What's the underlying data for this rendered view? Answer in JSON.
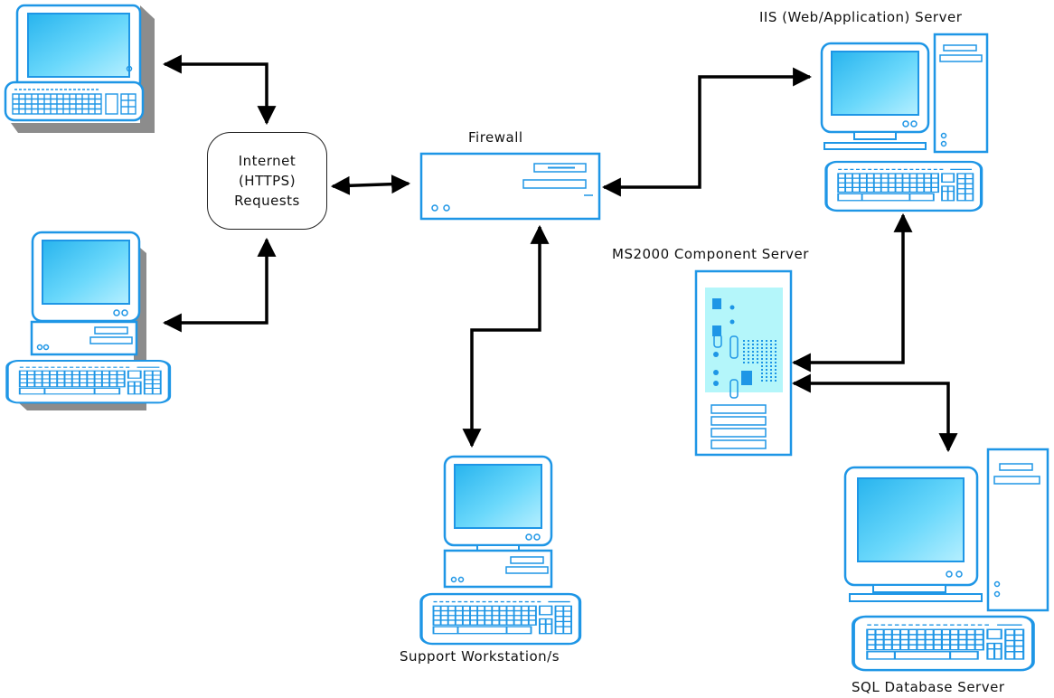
{
  "nodes": {
    "internet": {
      "line1": "Internet",
      "line2": "(HTTPS)",
      "line3": "Requests"
    },
    "firewall": "Firewall",
    "iis_server": "IIS (Web/Application) Server",
    "component_server": "MS2000 Component Server",
    "support_workstation": "Support Workstation/s",
    "sql_server": "SQL Database Server"
  },
  "colors": {
    "device_stroke": "#1e96e6",
    "screen_fill": "#3cc8f4",
    "server_fill": "#b4f6fa",
    "shadow": "#8c8c8c",
    "arrow": "#000000"
  },
  "icons": [
    "laptop-icon",
    "desktop-computer-icon",
    "firewall-appliance-icon",
    "tower-server-icon",
    "rack-server-icon",
    "bidirectional-arrow-icon"
  ]
}
